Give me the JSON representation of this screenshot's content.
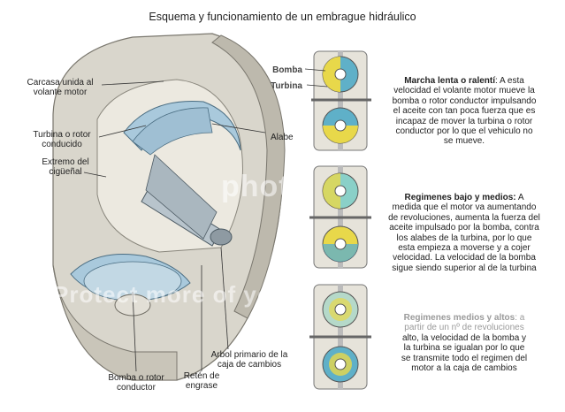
{
  "title": "Esquema y funcionamiento de un embrague hidráulico",
  "labels": {
    "carcasa_line1": "Carcasa unida al",
    "carcasa_line2": "volante motor",
    "turbina_rotor_line1": "Turbina o rotor",
    "turbina_rotor_line2": "conducido",
    "extremo_line1": "Extremo del",
    "extremo_line2": "cigüeñal",
    "alabe": "Alabe",
    "bomba_rotor_line1": "Bomba o rotor",
    "bomba_rotor_line2": "conductor",
    "reten_line1": "Retén de",
    "reten_line2": "engrase",
    "arbol_line1": "Arbol primario de la",
    "arbol_line2": "caja de cambios",
    "bomba_small": "Bomba",
    "turbina_small": "Turbina"
  },
  "stages": [
    {
      "heading": "Marcha lenta o ralentí",
      "lines": [
        ": A esta",
        "velocidad el volante motor mueve la",
        "bomba o rotor conductor impulsando",
        "el aceite con tan poca fuerza que es",
        "incapaz de mover la turbina o rotor",
        "conductor por lo que el vehiculo no",
        "se mueve."
      ]
    },
    {
      "heading": "Regimenes bajo y medios:",
      "lines": [
        " A",
        "medida que el motor va aumentando",
        "de revoluciones, aumenta la fuerza del",
        "aceite impulsado por la bomba, contra",
        "los alabes de la turbina, por lo que",
        "esta empieza a moverse y a cojer",
        "velocidad. La velocidad de la bomba",
        "sigue siendo superior al de la turbina"
      ]
    },
    {
      "heading": "Regimenes medios y altos",
      "lines": [
        ": a",
        "partir de un nº de revoluciones",
        "alto, la velocidad de la bomba y",
        "la turbina se igualan por lo que",
        "se transmite todo el regimen del",
        "motor a la caja de cambios"
      ]
    }
  ],
  "watermark": [
    "photo",
    "Protect more of your"
  ],
  "colors": {
    "casing": "#d9d6cc",
    "fluid_blue": "#a9c9dc",
    "yellow": "#e8d84a",
    "steel": "#b8c4cc"
  }
}
